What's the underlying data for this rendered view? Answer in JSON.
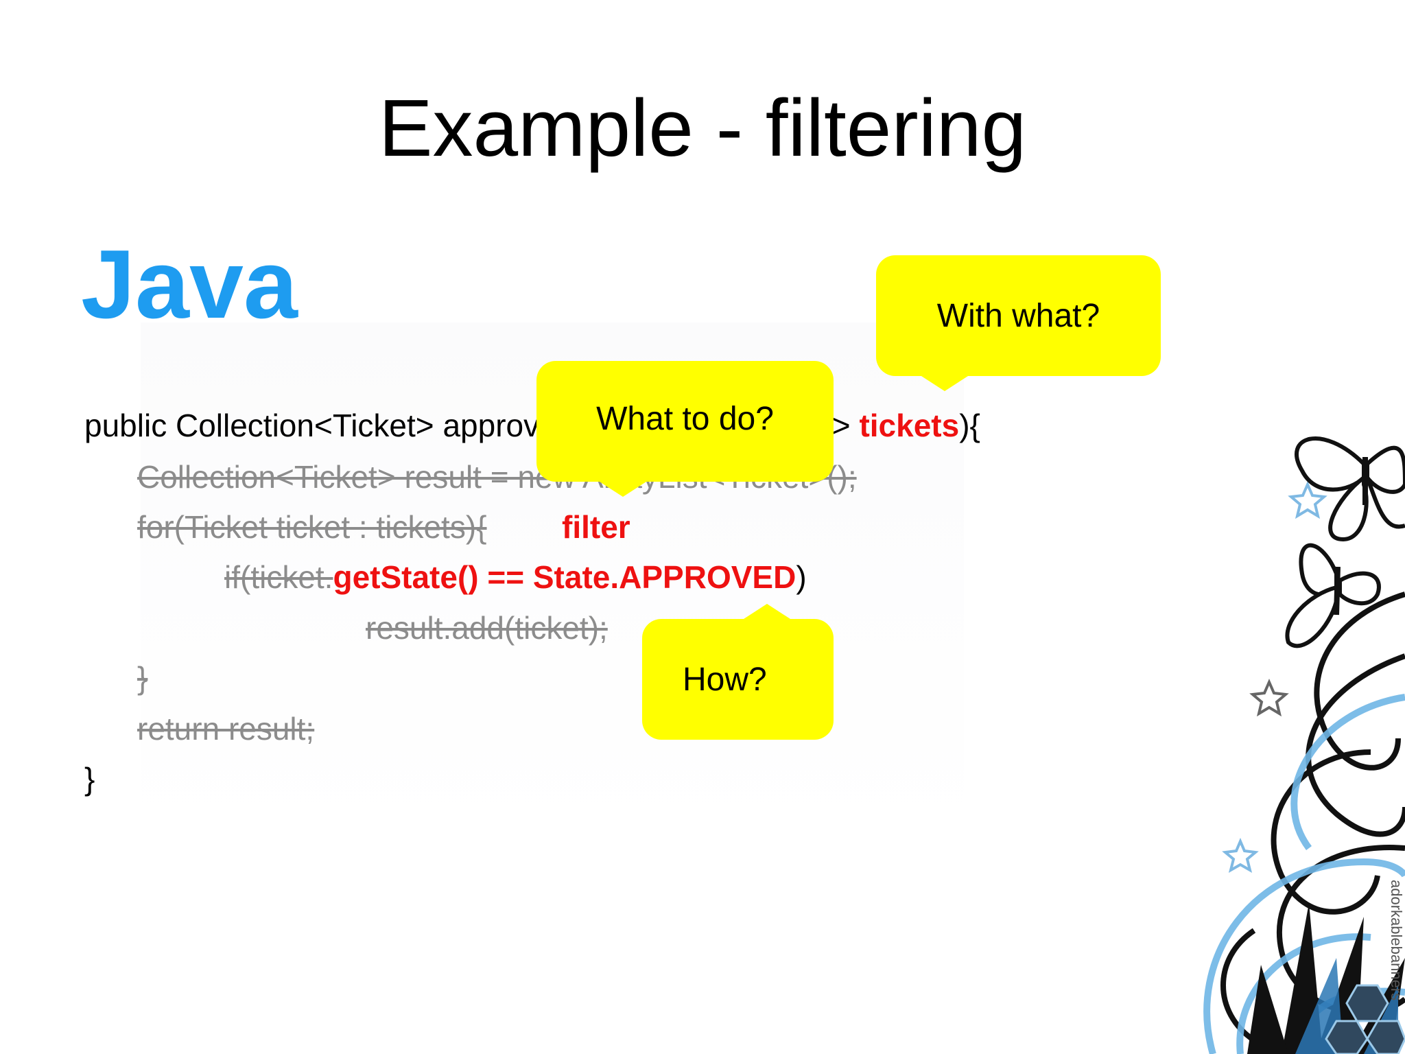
{
  "title": "Example - filtering",
  "language": "Java",
  "code": {
    "l1_pre": "public Collection<Ticket> approv",
    "l1_mid": "t>",
    "l1_red": "tickets",
    "l1_post": "){",
    "l2": "Collection<Ticket> result = new ArrayList<Ticket>();",
    "l3": "for(Ticket ticket : tickets){ ",
    "l3_red": "filter",
    "l4_strike": "if(ticket.",
    "l4_red": "getState() == State.APPROVED",
    "l4_post": ")",
    "l5": "result.add(ticket);",
    "l6": "}",
    "l7": "return result;",
    "l8": "}"
  },
  "callouts": {
    "what": "What to do?",
    "with": "With what?",
    "how": "How?"
  },
  "watermark": "adorkablebanners",
  "colors": {
    "java_blue": "#1e9cf0",
    "highlight_red": "#ee1111",
    "callout_yellow": "#ffff00",
    "strike_gray": "#8c8c8c"
  }
}
